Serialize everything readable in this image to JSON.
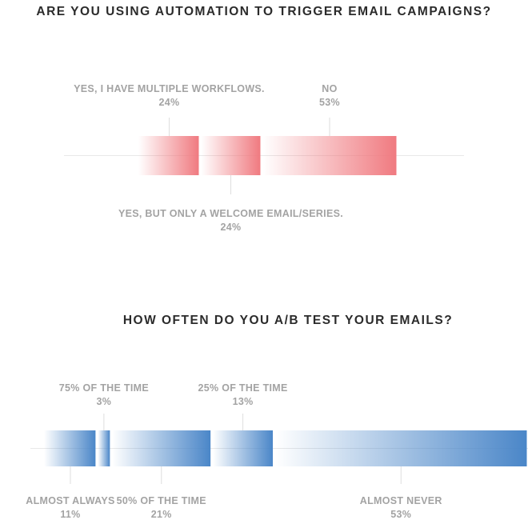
{
  "chart_data": [
    {
      "type": "bar",
      "orientation": "horizontal-stacked-single",
      "title": "ARE YOU USING AUTOMATION TO TRIGGER EMAIL CAMPAIGNS?",
      "color": "#f07a80",
      "categories": [
        "YES, I HAVE MULTIPLE WORKFLOWS.",
        "YES, BUT ONLY A WELCOME EMAIL/SERIES.",
        "NO"
      ],
      "values": [
        24,
        24,
        53
      ],
      "value_labels": [
        "24%",
        "24%",
        "53%"
      ],
      "label_side": [
        "top",
        "bottom",
        "top"
      ]
    },
    {
      "type": "bar",
      "orientation": "horizontal-stacked-single",
      "title": "HOW OFTEN DO YOU A/B TEST YOUR EMAILS?",
      "color": "#4a86c8",
      "categories": [
        "ALMOST ALWAYS",
        "75% OF THE TIME",
        "50% OF THE TIME",
        "25% OF THE TIME",
        "ALMOST NEVER"
      ],
      "values": [
        11,
        3,
        21,
        13,
        53
      ],
      "value_labels": [
        "11%",
        "3%",
        "21%",
        "13%",
        "53%"
      ],
      "label_side": [
        "bottom",
        "top",
        "bottom",
        "top",
        "bottom"
      ]
    }
  ]
}
